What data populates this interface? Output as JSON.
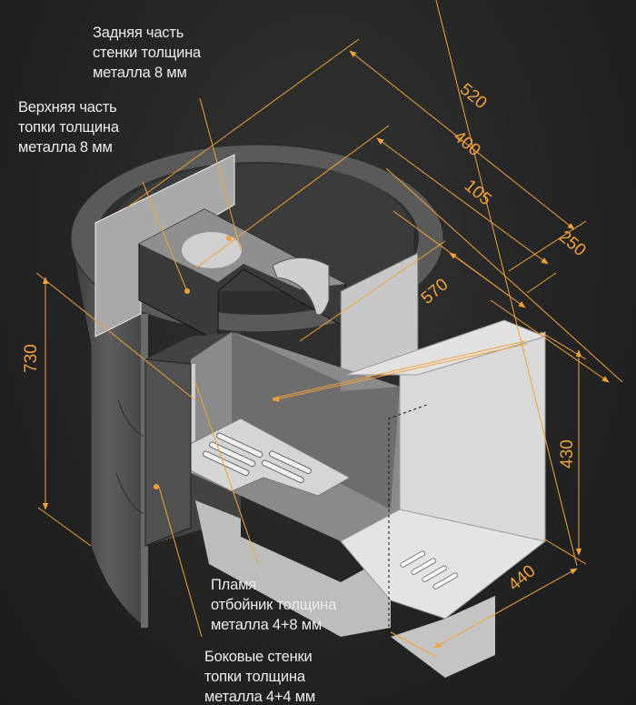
{
  "labels": {
    "back_wall": [
      "Задняя часть",
      "стенки толщина",
      "металла 8 мм"
    ],
    "top_firebox": [
      "Верхняя часть",
      "топки толщина",
      "металла 8 мм"
    ],
    "flame_deflector": [
      "Пламя",
      "отбойник толщина",
      "металла 4+8 мм"
    ],
    "side_walls": [
      "Боковые стенки",
      "топки толщина",
      "металла 4+4 мм"
    ]
  },
  "dimensions": {
    "d520": "520",
    "d400": "400",
    "d105": "105",
    "d250": "250",
    "d570": "570",
    "d730": "730",
    "d430": "430",
    "d440": "440"
  },
  "colors": {
    "dimension": "#f0a23c",
    "text": "#ececec",
    "background": "#242424"
  }
}
